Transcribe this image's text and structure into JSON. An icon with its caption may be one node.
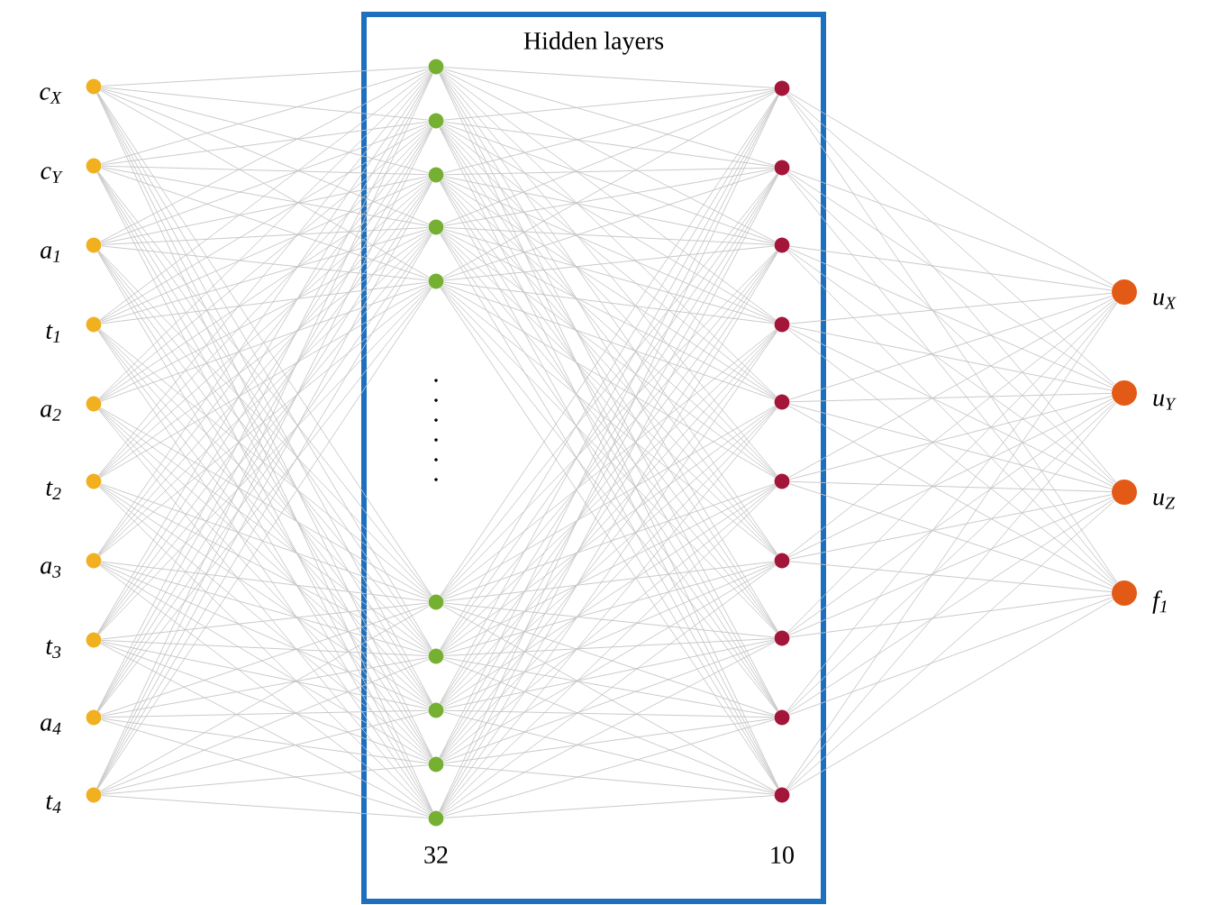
{
  "diagram": {
    "nodes": [
      {
        "text": [],
        "shape": "circle",
        "beside": [
          "c$_{X}$"
        ]
      },
      {
        "text": [],
        "shape": "circle",
        "beside": [
          "c$_{Y}$"
        ]
      },
      {
        "text": [],
        "shape": "circle",
        "beside": [
          "a$_{1}$"
        ]
      },
      {
        "text": [],
        "shape": "circle",
        "beside": [
          "t$_{1}$"
        ]
      },
      {
        "text": [],
        "shape": "circle",
        "beside": [
          "a$_{2}$"
        ]
      },
      {
        "text": [],
        "shape": "circle",
        "beside": [
          "t$_{2}$"
        ]
      },
      {
        "text": [],
        "shape": "circle",
        "beside": [
          "a$_{3}$"
        ]
      },
      {
        "text": [],
        "shape": "circle",
        "beside": [
          "t$_{3}$"
        ]
      },
      {
        "text": [],
        "shape": "circle",
        "beside": [
          "a$_{4}$"
        ]
      },
      {
        "text": [],
        "shape": "circle",
        "beside": [
          "t$_{4}$"
        ]
      },
      {
        "text": [
          "Hidden layers"
        ]
      },
      {
        "text": [],
        "shape": "circle",
        "in": 10
      },
      {
        "text": [],
        "shape": "circle",
        "in": 10
      },
      {
        "text": [],
        "shape": "circle",
        "in": 10
      },
      {
        "text": [],
        "shape": "circle",
        "in": 10
      },
      {
        "text": [],
        "shape": "circle",
        "in": 10
      },
      {
        "text": [],
        "shape": "circle",
        "in": 10
      },
      {
        "text": [],
        "shape": "circle",
        "in": 10
      },
      {
        "text": [],
        "shape": "circle",
        "in": 10
      },
      {
        "text": [],
        "shape": "circle",
        "in": 10
      },
      {
        "text": [],
        "shape": "circle",
        "in": 10
      },
      {
        "text": [],
        "shape": "circle",
        "in": 10
      },
      {
        "text": [],
        "shape": "circle",
        "in": 10
      },
      {
        "text": [],
        "shape": "circle",
        "in": 10
      },
      {
        "text": [],
        "shape": "circle",
        "in": 10
      },
      {
        "text": [],
        "shape": "circle",
        "in": 10
      },
      {
        "text": [],
        "shape": "circle",
        "in": 10
      },
      {
        "text": [],
        "shape": "circle",
        "in": 10
      },
      {
        "text": [],
        "shape": "circle",
        "in": 10
      },
      {
        "text": [],
        "shape": "circle",
        "in": 10
      },
      {
        "text": [],
        "shape": "circle",
        "in": 10
      },
      {
        "text": [],
        "shape": "circle",
        "beside": [
          "u$_{X}$"
        ]
      },
      {
        "text": [],
        "shape": "circle",
        "beside": [
          "u$_{Y}$"
        ]
      },
      {
        "text": [],
        "shape": "circle",
        "beside": [
          "u$_{Z}$"
        ]
      },
      {
        "text": [],
        "shape": "circle",
        "beside": [
          "f$_{1}$"
        ]
      }
    ],
    "edges": [
      {
        "from": 0,
        "to": 11,
        "arrow": "none"
      },
      {
        "from": 0,
        "to": 12,
        "arrow": "none"
      },
      {
        "from": 0,
        "to": 13,
        "arrow": "none"
      },
      {
        "from": 0,
        "to": 14,
        "arrow": "none"
      },
      {
        "from": 0,
        "to": 15,
        "arrow": "none"
      },
      {
        "from": 0,
        "to": 16,
        "arrow": "none"
      },
      {
        "from": 0,
        "to": 17,
        "arrow": "none"
      },
      {
        "from": 0,
        "to": 18,
        "arrow": "none"
      },
      {
        "from": 0,
        "to": 19,
        "arrow": "none"
      },
      {
        "from": 0,
        "to": 20,
        "arrow": "none"
      },
      {
        "from": 1,
        "to": 11,
        "arrow": "none"
      },
      {
        "from": 1,
        "to": 12,
        "arrow": "none"
      },
      {
        "from": 1,
        "to": 13,
        "arrow": "none"
      },
      {
        "from": 1,
        "to": 14,
        "arrow": "none"
      },
      {
        "from": 1,
        "to": 15,
        "arrow": "none"
      },
      {
        "from": 1,
        "to": 16,
        "arrow": "none"
      },
      {
        "from": 1,
        "to": 17,
        "arrow": "none"
      },
      {
        "from": 1,
        "to": 18,
        "arrow": "none"
      },
      {
        "from": 1,
        "to": 19,
        "arrow": "none"
      },
      {
        "from": 1,
        "to": 20,
        "arrow": "none"
      },
      {
        "from": 2,
        "to": 11,
        "arrow": "none"
      },
      {
        "from": 2,
        "to": 12,
        "arrow": "none"
      },
      {
        "from": 2,
        "to": 13,
        "arrow": "none"
      },
      {
        "from": 2,
        "to": 14,
        "arrow": "none"
      },
      {
        "from": 2,
        "to": 15,
        "arrow": "none"
      },
      {
        "from": 2,
        "to": 16,
        "arrow": "none"
      },
      {
        "from": 2,
        "to": 17,
        "arrow": "none"
      },
      {
        "from": 2,
        "to": 18,
        "arrow": "none"
      },
      {
        "from": 2,
        "to": 19,
        "arrow": "none"
      },
      {
        "from": 2,
        "to": 20,
        "arrow": "none"
      },
      {
        "from": 3,
        "to": 11,
        "arrow": "none"
      },
      {
        "from": 3,
        "to": 12,
        "arrow": "none"
      },
      {
        "from": 3,
        "to": 13,
        "arrow": "none"
      },
      {
        "from": 3,
        "to": 14,
        "arrow": "none"
      },
      {
        "from": 3,
        "to": 15,
        "arrow": "none"
      },
      {
        "from": 3,
        "to": 16,
        "arrow": "none"
      },
      {
        "from": 3,
        "to": 17,
        "arrow": "none"
      },
      {
        "from": 3,
        "to": 18,
        "arrow": "none"
      },
      {
        "from": 3,
        "to": 19,
        "arrow": "none"
      },
      {
        "from": 3,
        "to": 20,
        "arrow": "none"
      },
      {
        "from": 4,
        "to": 11,
        "arrow": "none"
      },
      {
        "from": 4,
        "to": 12,
        "arrow": "none"
      },
      {
        "from": 4,
        "to": 13,
        "arrow": "none"
      },
      {
        "from": 4,
        "to": 14,
        "arrow": "none"
      },
      {
        "from": 4,
        "to": 15,
        "arrow": "none"
      },
      {
        "from": 4,
        "to": 16,
        "arrow": "none"
      },
      {
        "from": 4,
        "to": 17,
        "arrow": "none"
      },
      {
        "from": 4,
        "to": 18,
        "arrow": "none"
      },
      {
        "from": 4,
        "to": 19,
        "arrow": "none"
      },
      {
        "from": 4,
        "to": 20,
        "arrow": "none"
      },
      {
        "from": 5,
        "to": 11,
        "arrow": "none"
      },
      {
        "from": 5,
        "to": 12,
        "arrow": "none"
      },
      {
        "from": 5,
        "to": 13,
        "arrow": "none"
      },
      {
        "from": 5,
        "to": 14,
        "arrow": "none"
      },
      {
        "from": 5,
        "to": 15,
        "arrow": "none"
      },
      {
        "from": 5,
        "to": 16,
        "arrow": "none"
      },
      {
        "from": 5,
        "to": 17,
        "arrow": "none"
      },
      {
        "from": 5,
        "to": 18,
        "arrow": "none"
      },
      {
        "from": 5,
        "to": 19,
        "arrow": "none"
      },
      {
        "from": 5,
        "to": 20,
        "arrow": "none"
      },
      {
        "from": 6,
        "to": 11,
        "arrow": "none"
      },
      {
        "from": 6,
        "to": 12,
        "arrow": "none"
      },
      {
        "from": 6,
        "to": 13,
        "arrow": "none"
      },
      {
        "from": 6,
        "to": 14,
        "arrow": "none"
      },
      {
        "from": 6,
        "to": 15,
        "arrow": "none"
      },
      {
        "from": 6,
        "to": 16,
        "arrow": "none"
      },
      {
        "from": 6,
        "to": 17,
        "arrow": "none"
      },
      {
        "from": 6,
        "to": 18,
        "arrow": "none"
      },
      {
        "from": 6,
        "to": 19,
        "arrow": "none"
      },
      {
        "from": 6,
        "to": 20,
        "arrow": "none"
      },
      {
        "from": 7,
        "to": 11,
        "arrow": "none"
      },
      {
        "from": 7,
        "to": 12,
        "arrow": "none"
      },
      {
        "from": 7,
        "to": 13,
        "arrow": "none"
      },
      {
        "from": 7,
        "to": 14,
        "arrow": "none"
      },
      {
        "from": 7,
        "to": 15,
        "arrow": "none"
      },
      {
        "from": 7,
        "to": 16,
        "arrow": "none"
      },
      {
        "from": 7,
        "to": 17,
        "arrow": "none"
      },
      {
        "from": 7,
        "to": 18,
        "arrow": "none"
      },
      {
        "from": 7,
        "to": 19,
        "arrow": "none"
      },
      {
        "from": 7,
        "to": 20,
        "arrow": "none"
      },
      {
        "from": 8,
        "to": 11,
        "arrow": "none"
      },
      {
        "from": 8,
        "to": 12,
        "arrow": "none"
      },
      {
        "from": 8,
        "to": 13,
        "arrow": "none"
      },
      {
        "from": 8,
        "to": 14,
        "arrow": "none"
      },
      {
        "from": 8,
        "to": 15,
        "arrow": "none"
      },
      {
        "from": 8,
        "to": 16,
        "arrow": "none"
      },
      {
        "from": 8,
        "to": 17,
        "arrow": "none"
      },
      {
        "from": 8,
        "to": 18,
        "arrow": "none"
      },
      {
        "from": 8,
        "to": 19,
        "arrow": "none"
      },
      {
        "from": 8,
        "to": 20,
        "arrow": "none"
      },
      {
        "from": 9,
        "to": 11,
        "arrow": "none"
      },
      {
        "from": 9,
        "to": 12,
        "arrow": "none"
      },
      {
        "from": 9,
        "to": 13,
        "arrow": "none"
      },
      {
        "from": 9,
        "to": 14,
        "arrow": "none"
      },
      {
        "from": 9,
        "to": 15,
        "arrow": "none"
      },
      {
        "from": 9,
        "to": 16,
        "arrow": "none"
      },
      {
        "from": 9,
        "to": 17,
        "arrow": "none"
      },
      {
        "from": 9,
        "to": 18,
        "arrow": "none"
      },
      {
        "from": 9,
        "to": 19,
        "arrow": "none"
      },
      {
        "from": 9,
        "to": 20,
        "arrow": "none"
      },
      {
        "from": 11,
        "to": 21,
        "arrow": "none"
      },
      {
        "from": 11,
        "to": 22,
        "arrow": "none"
      },
      {
        "from": 11,
        "to": 23,
        "arrow": "none"
      },
      {
        "from": 11,
        "to": 24,
        "arrow": "none"
      },
      {
        "from": 11,
        "to": 25,
        "arrow": "none"
      },
      {
        "from": 11,
        "to": 26,
        "arrow": "none"
      },
      {
        "from": 11,
        "to": 27,
        "arrow": "none"
      },
      {
        "from": 11,
        "to": 28,
        "arrow": "none"
      },
      {
        "from": 11,
        "to": 29,
        "arrow": "none"
      },
      {
        "from": 11,
        "to": 30,
        "arrow": "none"
      },
      {
        "from": 12,
        "to": 21,
        "arrow": "none"
      },
      {
        "from": 12,
        "to": 22,
        "arrow": "none"
      },
      {
        "from": 12,
        "to": 23,
        "arrow": "none"
      },
      {
        "from": 12,
        "to": 24,
        "arrow": "none"
      },
      {
        "from": 12,
        "to": 25,
        "arrow": "none"
      },
      {
        "from": 12,
        "to": 26,
        "arrow": "none"
      },
      {
        "from": 12,
        "to": 27,
        "arrow": "none"
      },
      {
        "from": 12,
        "to": 28,
        "arrow": "none"
      },
      {
        "from": 12,
        "to": 29,
        "arrow": "none"
      },
      {
        "from": 12,
        "to": 30,
        "arrow": "none"
      },
      {
        "from": 13,
        "to": 21,
        "arrow": "none"
      },
      {
        "from": 13,
        "to": 22,
        "arrow": "none"
      },
      {
        "from": 13,
        "to": 23,
        "arrow": "none"
      },
      {
        "from": 13,
        "to": 24,
        "arrow": "none"
      },
      {
        "from": 13,
        "to": 25,
        "arrow": "none"
      },
      {
        "from": 13,
        "to": 26,
        "arrow": "none"
      },
      {
        "from": 13,
        "to": 27,
        "arrow": "none"
      },
      {
        "from": 13,
        "to": 28,
        "arrow": "none"
      },
      {
        "from": 13,
        "to": 29,
        "arrow": "none"
      },
      {
        "from": 13,
        "to": 30,
        "arrow": "none"
      },
      {
        "from": 14,
        "to": 21,
        "arrow": "none"
      },
      {
        "from": 14,
        "to": 22,
        "arrow": "none"
      },
      {
        "from": 14,
        "to": 23,
        "arrow": "none"
      },
      {
        "from": 14,
        "to": 24,
        "arrow": "none"
      },
      {
        "from": 14,
        "to": 25,
        "arrow": "none"
      },
      {
        "from": 14,
        "to": 26,
        "arrow": "none"
      },
      {
        "from": 14,
        "to": 27,
        "arrow": "none"
      },
      {
        "from": 14,
        "to": 28,
        "arrow": "none"
      },
      {
        "from": 14,
        "to": 29,
        "arrow": "none"
      },
      {
        "from": 14,
        "to": 30,
        "arrow": "none"
      },
      {
        "from": 15,
        "to": 21,
        "arrow": "none"
      },
      {
        "from": 15,
        "to": 22,
        "arrow": "none"
      },
      {
        "from": 15,
        "to": 23,
        "arrow": "none"
      },
      {
        "from": 15,
        "to": 24,
        "arrow": "none"
      },
      {
        "from": 15,
        "to": 25,
        "arrow": "none"
      },
      {
        "from": 15,
        "to": 26,
        "arrow": "none"
      },
      {
        "from": 15,
        "to": 27,
        "arrow": "none"
      },
      {
        "from": 15,
        "to": 28,
        "arrow": "none"
      },
      {
        "from": 15,
        "to": 29,
        "arrow": "none"
      },
      {
        "from": 15,
        "to": 30,
        "arrow": "none"
      },
      {
        "from": 16,
        "to": 21,
        "arrow": "none"
      },
      {
        "from": 16,
        "to": 22,
        "arrow": "none"
      },
      {
        "from": 16,
        "to": 23,
        "arrow": "none"
      },
      {
        "from": 16,
        "to": 24,
        "arrow": "none"
      },
      {
        "from": 16,
        "to": 25,
        "arrow": "none"
      },
      {
        "from": 16,
        "to": 26,
        "arrow": "none"
      },
      {
        "from": 16,
        "to": 27,
        "arrow": "none"
      },
      {
        "from": 16,
        "to": 28,
        "arrow": "none"
      },
      {
        "from": 16,
        "to": 29,
        "arrow": "none"
      },
      {
        "from": 16,
        "to": 30,
        "arrow": "none"
      },
      {
        "from": 17,
        "to": 21,
        "arrow": "none"
      },
      {
        "from": 17,
        "to": 22,
        "arrow": "none"
      },
      {
        "from": 17,
        "to": 23,
        "arrow": "none"
      },
      {
        "from": 17,
        "to": 24,
        "arrow": "none"
      },
      {
        "from": 17,
        "to": 25,
        "arrow": "none"
      },
      {
        "from": 17,
        "to": 26,
        "arrow": "none"
      },
      {
        "from": 17,
        "to": 27,
        "arrow": "none"
      },
      {
        "from": 17,
        "to": 28,
        "arrow": "none"
      },
      {
        "from": 17,
        "to": 29,
        "arrow": "none"
      },
      {
        "from": 17,
        "to": 30,
        "arrow": "none"
      },
      {
        "from": 18,
        "to": 21,
        "arrow": "none"
      },
      {
        "from": 18,
        "to": 22,
        "arrow": "none"
      },
      {
        "from": 18,
        "to": 23,
        "arrow": "none"
      },
      {
        "from": 18,
        "to": 24,
        "arrow": "none"
      },
      {
        "from": 18,
        "to": 25,
        "arrow": "none"
      },
      {
        "from": 18,
        "to": 26,
        "arrow": "none"
      },
      {
        "from": 18,
        "to": 27,
        "arrow": "none"
      },
      {
        "from": 18,
        "to": 28,
        "arrow": "none"
      },
      {
        "from": 18,
        "to": 29,
        "arrow": "none"
      },
      {
        "from": 18,
        "to": 30,
        "arrow": "none"
      },
      {
        "from": 19,
        "to": 21,
        "arrow": "none"
      },
      {
        "from": 19,
        "to": 22,
        "arrow": "none"
      },
      {
        "from": 19,
        "to": 23,
        "arrow": "none"
      },
      {
        "from": 19,
        "to": 24,
        "arrow": "none"
      },
      {
        "from": 19,
        "to": 25,
        "arrow": "none"
      },
      {
        "from": 19,
        "to": 26,
        "arrow": "none"
      },
      {
        "from": 19,
        "to": 27,
        "arrow": "none"
      },
      {
        "from": 19,
        "to": 28,
        "arrow": "none"
      },
      {
        "from": 19,
        "to": 29,
        "arrow": "none"
      },
      {
        "from": 19,
        "to": 30,
        "arrow": "none"
      },
      {
        "from": 20,
        "to": 21,
        "arrow": "none"
      },
      {
        "from": 20,
        "to": 22,
        "arrow": "none"
      },
      {
        "from": 20,
        "to": 23,
        "arrow": "none"
      },
      {
        "from": 20,
        "to": 24,
        "arrow": "none"
      },
      {
        "from": 20,
        "to": 25,
        "arrow": "none"
      },
      {
        "from": 20,
        "to": 26,
        "arrow": "none"
      },
      {
        "from": 20,
        "to": 27,
        "arrow": "none"
      },
      {
        "from": 20,
        "to": 28,
        "arrow": "none"
      },
      {
        "from": 20,
        "to": 29,
        "arrow": "none"
      },
      {
        "from": 20,
        "to": 30,
        "arrow": "none"
      },
      {
        "from": 21,
        "to": 31,
        "arrow": "none"
      },
      {
        "from": 21,
        "to": 32,
        "arrow": "none"
      },
      {
        "from": 21,
        "to": 33,
        "arrow": "none"
      },
      {
        "from": 21,
        "to": 34,
        "arrow": "none"
      },
      {
        "from": 22,
        "to": 31,
        "arrow": "none"
      },
      {
        "from": 22,
        "to": 32,
        "arrow": "none"
      },
      {
        "from": 22,
        "to": 33,
        "arrow": "none"
      },
      {
        "from": 22,
        "to": 34,
        "arrow": "none"
      },
      {
        "from": 23,
        "to": 31,
        "arrow": "none"
      },
      {
        "from": 23,
        "to": 32,
        "arrow": "none"
      },
      {
        "from": 23,
        "to": 33,
        "arrow": "none"
      },
      {
        "from": 23,
        "to": 34,
        "arrow": "none"
      },
      {
        "from": 24,
        "to": 31,
        "arrow": "none"
      },
      {
        "from": 24,
        "to": 32,
        "arrow": "none"
      },
      {
        "from": 24,
        "to": 33,
        "arrow": "none"
      },
      {
        "from": 24,
        "to": 34,
        "arrow": "none"
      },
      {
        "from": 25,
        "to": 31,
        "arrow": "none"
      },
      {
        "from": 25,
        "to": 32,
        "arrow": "none"
      },
      {
        "from": 25,
        "to": 33,
        "arrow": "none"
      },
      {
        "from": 25,
        "to": 34,
        "arrow": "none"
      },
      {
        "from": 26,
        "to": 31,
        "arrow": "none"
      },
      {
        "from": 26,
        "to": 32,
        "arrow": "none"
      },
      {
        "from": 26,
        "to": 33,
        "arrow": "none"
      },
      {
        "from": 26,
        "to": 34,
        "arrow": "none"
      },
      {
        "from": 27,
        "to": 31,
        "arrow": "none"
      },
      {
        "from": 27,
        "to": 32,
        "arrow": "none"
      },
      {
        "from": 27,
        "to": 33,
        "arrow": "none"
      },
      {
        "from": 27,
        "to": 34,
        "arrow": "none"
      },
      {
        "from": 28,
        "to": 31,
        "arrow": "none"
      },
      {
        "from": 28,
        "to": 32,
        "arrow": "none"
      },
      {
        "from": 28,
        "to": 33,
        "arrow": "none"
      },
      {
        "from": 28,
        "to": 34,
        "arrow": "none"
      },
      {
        "from": 29,
        "to": 31,
        "arrow": "none"
      },
      {
        "from": 29,
        "to": 32,
        "arrow": "none"
      },
      {
        "from": 29,
        "to": 33,
        "arrow": "none"
      },
      {
        "from": 29,
        "to": 34,
        "arrow": "none"
      },
      {
        "from": 30,
        "to": 31,
        "arrow": "none"
      },
      {
        "from": 30,
        "to": 32,
        "arrow": "none"
      },
      {
        "from": 30,
        "to": 33,
        "arrow": "none"
      },
      {
        "from": 30,
        "to": 34,
        "arrow": "none"
      }
    ],
    "labels": [
      "32",
      "10"
    ]
  }
}
